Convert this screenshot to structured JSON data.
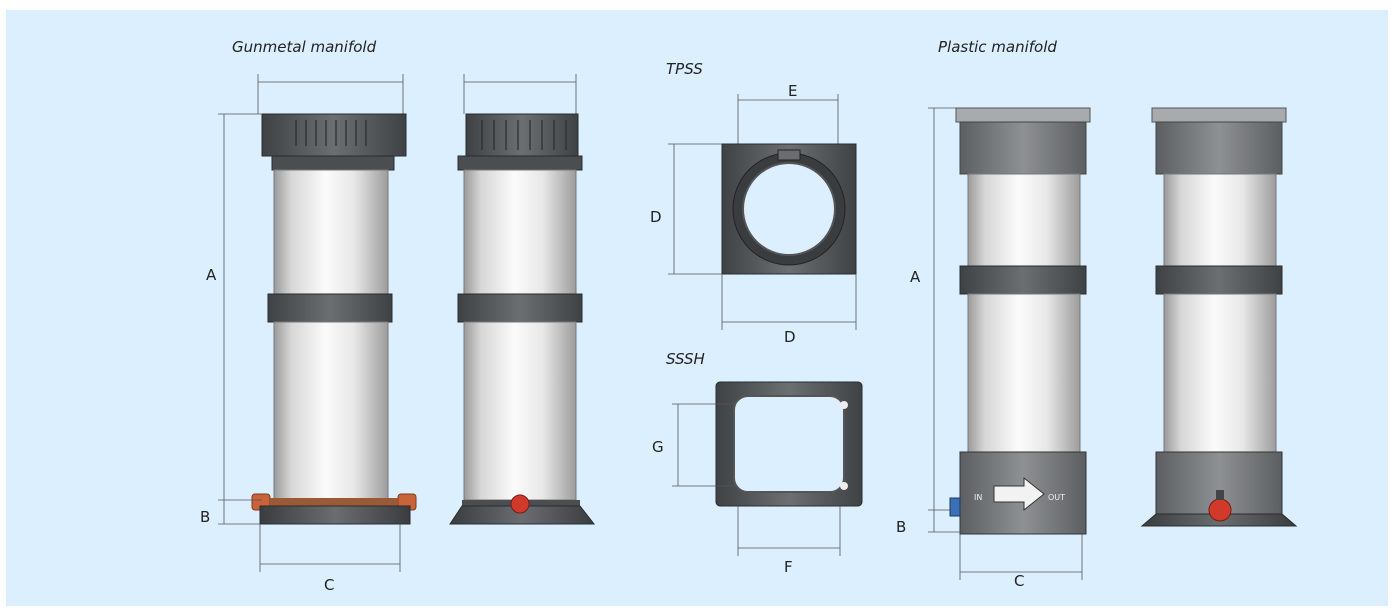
{
  "titles": {
    "gunmetal": "Gunmetal manifold",
    "plastic": "Plastic manifold",
    "tpss": "TPSS",
    "sssh": "SSSH"
  },
  "labels": {
    "a_left": "A",
    "b_left": "B",
    "c_left": "C",
    "d_left": "D",
    "d_bottom": "D",
    "e_top": "E",
    "g_left": "G",
    "f_bottom": "F",
    "a_right": "A",
    "b_right": "B",
    "c_right": "C"
  },
  "tags": {
    "in": "IN",
    "out": "OUT"
  },
  "colors": {
    "background": "#dcefff",
    "dark_cap": "#555a5e",
    "brass": "#c9643a",
    "red_valve": "#d13a2a",
    "blue_connector": "#3b6fb6"
  }
}
